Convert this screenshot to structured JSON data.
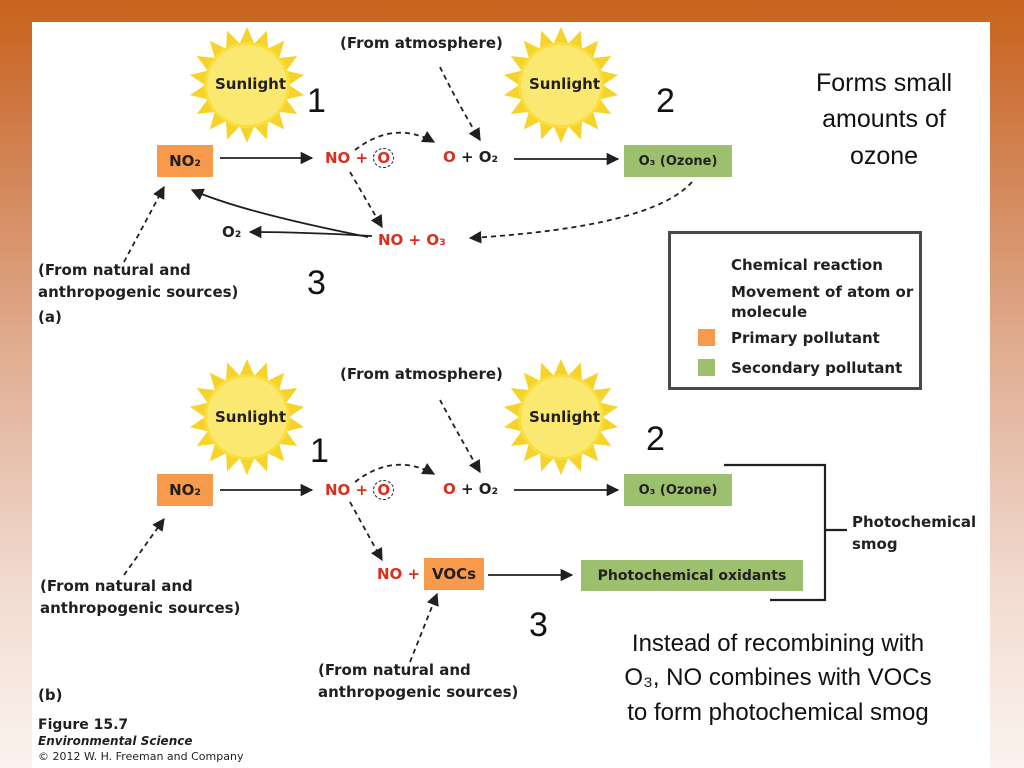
{
  "legend": {
    "chemical_reaction": "Chemical reaction",
    "movement": "Movement of atom or molecule",
    "primary": "Primary pollutant",
    "secondary": "Secondary pollutant",
    "colors": {
      "primary": "#f79a4b",
      "secondary": "#9cc06d"
    }
  },
  "panel_a": {
    "sunlight_1": "Sunlight",
    "sunlight_2": "Sunlight",
    "from_atmosphere": "(From atmosphere)",
    "no2_box": "NO₂",
    "no_plus_o": {
      "no": "NO +",
      "o": "O"
    },
    "o_plus_o2": {
      "o": "O",
      "rest": "+ O₂"
    },
    "ozone_box": "O₃ (Ozone)",
    "o2": "O₂",
    "no_plus_o3": "NO + O₃",
    "sources": [
      "(From natural and",
      "anthropogenic sources)"
    ],
    "panel_label": "(a)",
    "step_1": "1",
    "step_2": "2",
    "step_3": "3",
    "note": [
      "Forms small",
      "amounts of",
      "ozone"
    ]
  },
  "panel_b": {
    "sunlight_1": "Sunlight",
    "sunlight_2": "Sunlight",
    "from_atmosphere": "(From atmosphere)",
    "no2_box": "NO₂",
    "no_plus_o": {
      "no": "NO +",
      "o": "O"
    },
    "o_plus_o2": {
      "o": "O",
      "rest": "+ O₂"
    },
    "ozone_box": "O₃ (Ozone)",
    "no_plus": "NO +",
    "vocs_box": "VOCs",
    "oxidants_box": "Photochemical oxidants",
    "smog_label": [
      "Photochemical",
      "smog"
    ],
    "sources_left": [
      "(From natural and",
      "anthropogenic sources)"
    ],
    "sources_bottom": [
      "(From natural and",
      "anthropogenic sources)"
    ],
    "panel_label": "(b)",
    "step_1": "1",
    "step_2": "2",
    "step_3": "3",
    "note": [
      "Instead of recombining with",
      "O₃, NO combines with VOCs",
      "to form photochemical smog"
    ]
  },
  "caption": {
    "figure": "Figure 15.7",
    "book": "Environmental Science",
    "copyright": "© 2012 W. H. Freeman and Company"
  }
}
